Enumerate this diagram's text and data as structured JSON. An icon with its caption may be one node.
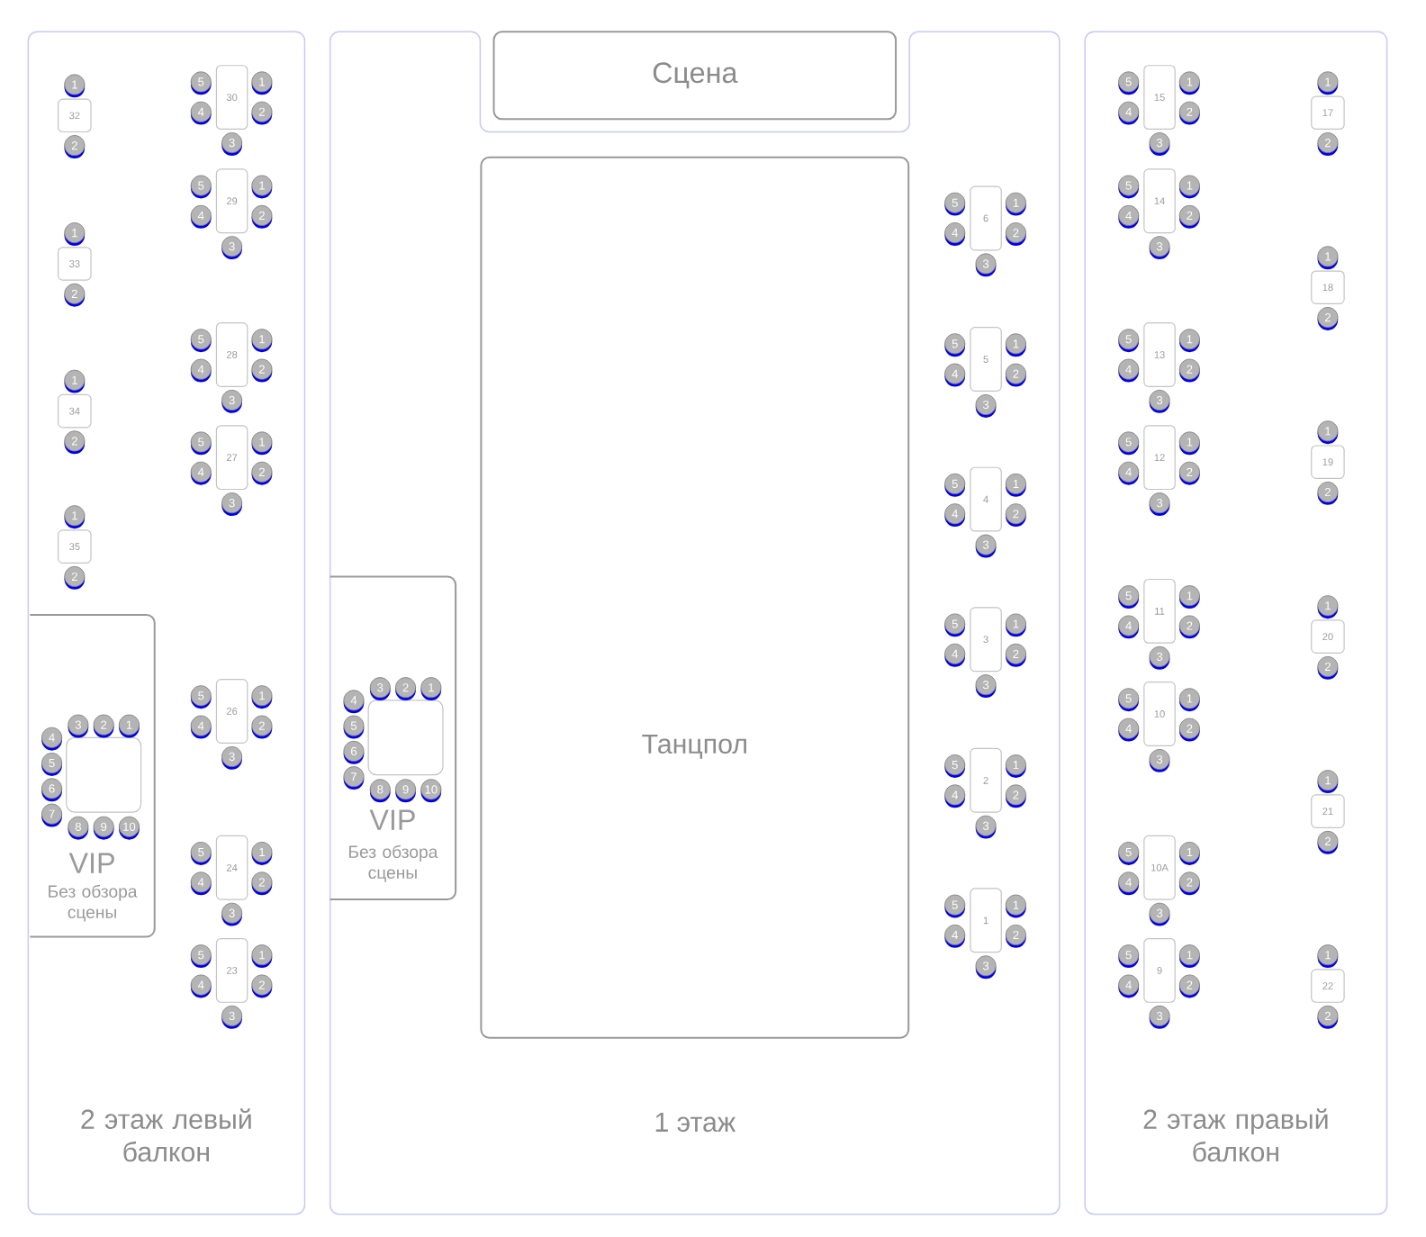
{
  "diagram": {
    "nodes": [
      {
        "text": [
          "2 этаж левый балкон"
        ]
      },
      {
        "text": [
          "1 этаж"
        ]
      },
      {
        "text": [
          "2 этаж правый балкон"
        ]
      },
      {
        "text": [
          "Сцена"
        ]
      },
      {
        "text": [
          "Танцпол"
        ],
        "in": 1
      },
      {
        "text": [
          "VIP",
          "Без обзора сцены"
        ],
        "in": 0
      },
      {
        "text": [
          "VIP",
          "Без обзора сцены"
        ],
        "in": 1
      },
      {
        "text": [],
        "shape": "box",
        "in": 5
      },
      {
        "text": [
          "1"
        ],
        "in": 5
      },
      {
        "text": [
          "2"
        ],
        "in": 5
      },
      {
        "text": [
          "3"
        ],
        "in": 5
      },
      {
        "text": [
          "4"
        ],
        "in": 5
      },
      {
        "text": [
          "5"
        ],
        "in": 5
      },
      {
        "text": [
          "6"
        ],
        "in": 5
      },
      {
        "text": [
          "7"
        ],
        "in": 5
      },
      {
        "text": [
          "8"
        ],
        "in": 5
      },
      {
        "text": [
          "9"
        ],
        "in": 5
      },
      {
        "text": [
          "10"
        ],
        "in": 5
      },
      {
        "text": [],
        "shape": "box",
        "in": 6
      },
      {
        "text": [
          "1"
        ],
        "in": 6
      },
      {
        "text": [
          "2"
        ],
        "in": 6
      },
      {
        "text": [
          "3"
        ],
        "in": 6
      },
      {
        "text": [
          "4"
        ],
        "in": 6
      },
      {
        "text": [
          "5"
        ],
        "in": 6
      },
      {
        "text": [
          "6"
        ],
        "in": 6
      },
      {
        "text": [
          "7"
        ],
        "in": 6
      },
      {
        "text": [
          "8"
        ],
        "in": 6
      },
      {
        "text": [
          "9"
        ],
        "in": 6
      },
      {
        "text": [
          "10"
        ],
        "in": 6
      },
      {
        "text": [
          "32"
        ],
        "in": 0
      },
      {
        "text": [
          "1"
        ],
        "in": 0
      },
      {
        "text": [
          "2"
        ],
        "in": 0
      },
      {
        "text": [
          "33"
        ],
        "in": 0
      },
      {
        "text": [
          "1"
        ],
        "in": 0
      },
      {
        "text": [
          "2"
        ],
        "in": 0
      },
      {
        "text": [
          "34"
        ],
        "in": 0
      },
      {
        "text": [
          "1"
        ],
        "in": 0
      },
      {
        "text": [
          "2"
        ],
        "in": 0
      },
      {
        "text": [
          "35"
        ],
        "in": 0
      },
      {
        "text": [
          "1"
        ],
        "in": 0
      },
      {
        "text": [
          "2"
        ],
        "in": 0
      },
      {
        "text": [
          "30"
        ],
        "in": 0
      },
      {
        "text": [
          "1"
        ],
        "in": 0
      },
      {
        "text": [
          "2"
        ],
        "in": 0
      },
      {
        "text": [
          "3"
        ],
        "in": 0
      },
      {
        "text": [
          "4"
        ],
        "in": 0
      },
      {
        "text": [
          "5"
        ],
        "in": 0
      },
      {
        "text": [
          "29"
        ],
        "in": 0
      },
      {
        "text": [
          "1"
        ],
        "in": 0
      },
      {
        "text": [
          "2"
        ],
        "in": 0
      },
      {
        "text": [
          "3"
        ],
        "in": 0
      },
      {
        "text": [
          "4"
        ],
        "in": 0
      },
      {
        "text": [
          "5"
        ],
        "in": 0
      },
      {
        "text": [
          "28"
        ],
        "in": 0
      },
      {
        "text": [
          "1"
        ],
        "in": 0
      },
      {
        "text": [
          "2"
        ],
        "in": 0
      },
      {
        "text": [
          "3"
        ],
        "in": 0
      },
      {
        "text": [
          "4"
        ],
        "in": 0
      },
      {
        "text": [
          "5"
        ],
        "in": 0
      },
      {
        "text": [
          "27"
        ],
        "in": 0
      },
      {
        "text": [
          "1"
        ],
        "in": 0
      },
      {
        "text": [
          "2"
        ],
        "in": 0
      },
      {
        "text": [
          "3"
        ],
        "in": 0
      },
      {
        "text": [
          "4"
        ],
        "in": 0
      },
      {
        "text": [
          "5"
        ],
        "in": 0
      },
      {
        "text": [
          "26"
        ],
        "in": 0
      },
      {
        "text": [
          "1"
        ],
        "in": 0
      },
      {
        "text": [
          "2"
        ],
        "in": 0
      },
      {
        "text": [
          "3"
        ],
        "in": 0
      },
      {
        "text": [
          "4"
        ],
        "in": 0
      },
      {
        "text": [
          "5"
        ],
        "in": 0
      },
      {
        "text": [
          "24"
        ],
        "in": 0
      },
      {
        "text": [
          "1"
        ],
        "in": 0
      },
      {
        "text": [
          "2"
        ],
        "in": 0
      },
      {
        "text": [
          "3"
        ],
        "in": 0
      },
      {
        "text": [
          "4"
        ],
        "in": 0
      },
      {
        "text": [
          "5"
        ],
        "in": 0
      },
      {
        "text": [
          "23"
        ],
        "in": 0
      },
      {
        "text": [
          "1"
        ],
        "in": 0
      },
      {
        "text": [
          "2"
        ],
        "in": 0
      },
      {
        "text": [
          "3"
        ],
        "in": 0
      },
      {
        "text": [
          "4"
        ],
        "in": 0
      },
      {
        "text": [
          "5"
        ],
        "in": 0
      },
      {
        "text": [
          "6"
        ],
        "in": 1
      },
      {
        "text": [
          "1"
        ],
        "in": 1
      },
      {
        "text": [
          "2"
        ],
        "in": 1
      },
      {
        "text": [
          "3"
        ],
        "in": 1
      },
      {
        "text": [
          "4"
        ],
        "in": 1
      },
      {
        "text": [
          "5"
        ],
        "in": 1
      },
      {
        "text": [
          "5"
        ],
        "in": 1
      },
      {
        "text": [
          "1"
        ],
        "in": 1
      },
      {
        "text": [
          "2"
        ],
        "in": 1
      },
      {
        "text": [
          "3"
        ],
        "in": 1
      },
      {
        "text": [
          "4"
        ],
        "in": 1
      },
      {
        "text": [
          "5"
        ],
        "in": 1
      },
      {
        "text": [
          "4"
        ],
        "in": 1
      },
      {
        "text": [
          "1"
        ],
        "in": 1
      },
      {
        "text": [
          "2"
        ],
        "in": 1
      },
      {
        "text": [
          "3"
        ],
        "in": 1
      },
      {
        "text": [
          "4"
        ],
        "in": 1
      },
      {
        "text": [
          "5"
        ],
        "in": 1
      },
      {
        "text": [
          "3"
        ],
        "in": 1
      },
      {
        "text": [
          "1"
        ],
        "in": 1
      },
      {
        "text": [
          "2"
        ],
        "in": 1
      },
      {
        "text": [
          "3"
        ],
        "in": 1
      },
      {
        "text": [
          "4"
        ],
        "in": 1
      },
      {
        "text": [
          "5"
        ],
        "in": 1
      },
      {
        "text": [
          "2"
        ],
        "in": 1
      },
      {
        "text": [
          "1"
        ],
        "in": 1
      },
      {
        "text": [
          "2"
        ],
        "in": 1
      },
      {
        "text": [
          "3"
        ],
        "in": 1
      },
      {
        "text": [
          "4"
        ],
        "in": 1
      },
      {
        "text": [
          "5"
        ],
        "in": 1
      },
      {
        "text": [
          "1"
        ],
        "in": 1
      },
      {
        "text": [
          "1"
        ],
        "in": 1
      },
      {
        "text": [
          "2"
        ],
        "in": 1
      },
      {
        "text": [
          "3"
        ],
        "in": 1
      },
      {
        "text": [
          "4"
        ],
        "in": 1
      },
      {
        "text": [
          "5"
        ],
        "in": 1
      },
      {
        "text": [
          "15"
        ],
        "in": 2
      },
      {
        "text": [
          "1"
        ],
        "in": 2
      },
      {
        "text": [
          "2"
        ],
        "in": 2
      },
      {
        "text": [
          "3"
        ],
        "in": 2
      },
      {
        "text": [
          "4"
        ],
        "in": 2
      },
      {
        "text": [
          "5"
        ],
        "in": 2
      },
      {
        "text": [
          "14"
        ],
        "in": 2
      },
      {
        "text": [
          "1"
        ],
        "in": 2
      },
      {
        "text": [
          "2"
        ],
        "in": 2
      },
      {
        "text": [
          "3"
        ],
        "in": 2
      },
      {
        "text": [
          "4"
        ],
        "in": 2
      },
      {
        "text": [
          "5"
        ],
        "in": 2
      },
      {
        "text": [
          "13"
        ],
        "in": 2
      },
      {
        "text": [
          "1"
        ],
        "in": 2
      },
      {
        "text": [
          "2"
        ],
        "in": 2
      },
      {
        "text": [
          "3"
        ],
        "in": 2
      },
      {
        "text": [
          "4"
        ],
        "in": 2
      },
      {
        "text": [
          "5"
        ],
        "in": 2
      },
      {
        "text": [
          "12"
        ],
        "in": 2
      },
      {
        "text": [
          "1"
        ],
        "in": 2
      },
      {
        "text": [
          "2"
        ],
        "in": 2
      },
      {
        "text": [
          "3"
        ],
        "in": 2
      },
      {
        "text": [
          "4"
        ],
        "in": 2
      },
      {
        "text": [
          "5"
        ],
        "in": 2
      },
      {
        "text": [
          "11"
        ],
        "in": 2
      },
      {
        "text": [
          "1"
        ],
        "in": 2
      },
      {
        "text": [
          "2"
        ],
        "in": 2
      },
      {
        "text": [
          "3"
        ],
        "in": 2
      },
      {
        "text": [
          "4"
        ],
        "in": 2
      },
      {
        "text": [
          "5"
        ],
        "in": 2
      },
      {
        "text": [
          "10"
        ],
        "in": 2
      },
      {
        "text": [
          "1"
        ],
        "in": 2
      },
      {
        "text": [
          "2"
        ],
        "in": 2
      },
      {
        "text": [
          "3"
        ],
        "in": 2
      },
      {
        "text": [
          "4"
        ],
        "in": 2
      },
      {
        "text": [
          "5"
        ],
        "in": 2
      },
      {
        "text": [
          "10A"
        ],
        "in": 2
      },
      {
        "text": [
          "1"
        ],
        "in": 2
      },
      {
        "text": [
          "2"
        ],
        "in": 2
      },
      {
        "text": [
          "3"
        ],
        "in": 2
      },
      {
        "text": [
          "4"
        ],
        "in": 2
      },
      {
        "text": [
          "5"
        ],
        "in": 2
      },
      {
        "text": [
          "9"
        ],
        "in": 2
      },
      {
        "text": [
          "1"
        ],
        "in": 2
      },
      {
        "text": [
          "2"
        ],
        "in": 2
      },
      {
        "text": [
          "3"
        ],
        "in": 2
      },
      {
        "text": [
          "4"
        ],
        "in": 2
      },
      {
        "text": [
          "5"
        ],
        "in": 2
      },
      {
        "text": [
          "17"
        ],
        "in": 2
      },
      {
        "text": [
          "1"
        ],
        "in": 2
      },
      {
        "text": [
          "2"
        ],
        "in": 2
      },
      {
        "text": [
          "18"
        ],
        "in": 2
      },
      {
        "text": [
          "1"
        ],
        "in": 2
      },
      {
        "text": [
          "2"
        ],
        "in": 2
      },
      {
        "text": [
          "19"
        ],
        "in": 2
      },
      {
        "text": [
          "1"
        ],
        "in": 2
      },
      {
        "text": [
          "2"
        ],
        "in": 2
      },
      {
        "text": [
          "20"
        ],
        "in": 2
      },
      {
        "text": [
          "1"
        ],
        "in": 2
      },
      {
        "text": [
          "2"
        ],
        "in": 2
      },
      {
        "text": [
          "21"
        ],
        "in": 2
      },
      {
        "text": [
          "1"
        ],
        "in": 2
      },
      {
        "text": [
          "2"
        ],
        "in": 2
      },
      {
        "text": [
          "22"
        ],
        "in": 2
      },
      {
        "text": [
          "1"
        ],
        "in": 2
      },
      {
        "text": [
          "2"
        ],
        "in": 2
      }
    ]
  }
}
